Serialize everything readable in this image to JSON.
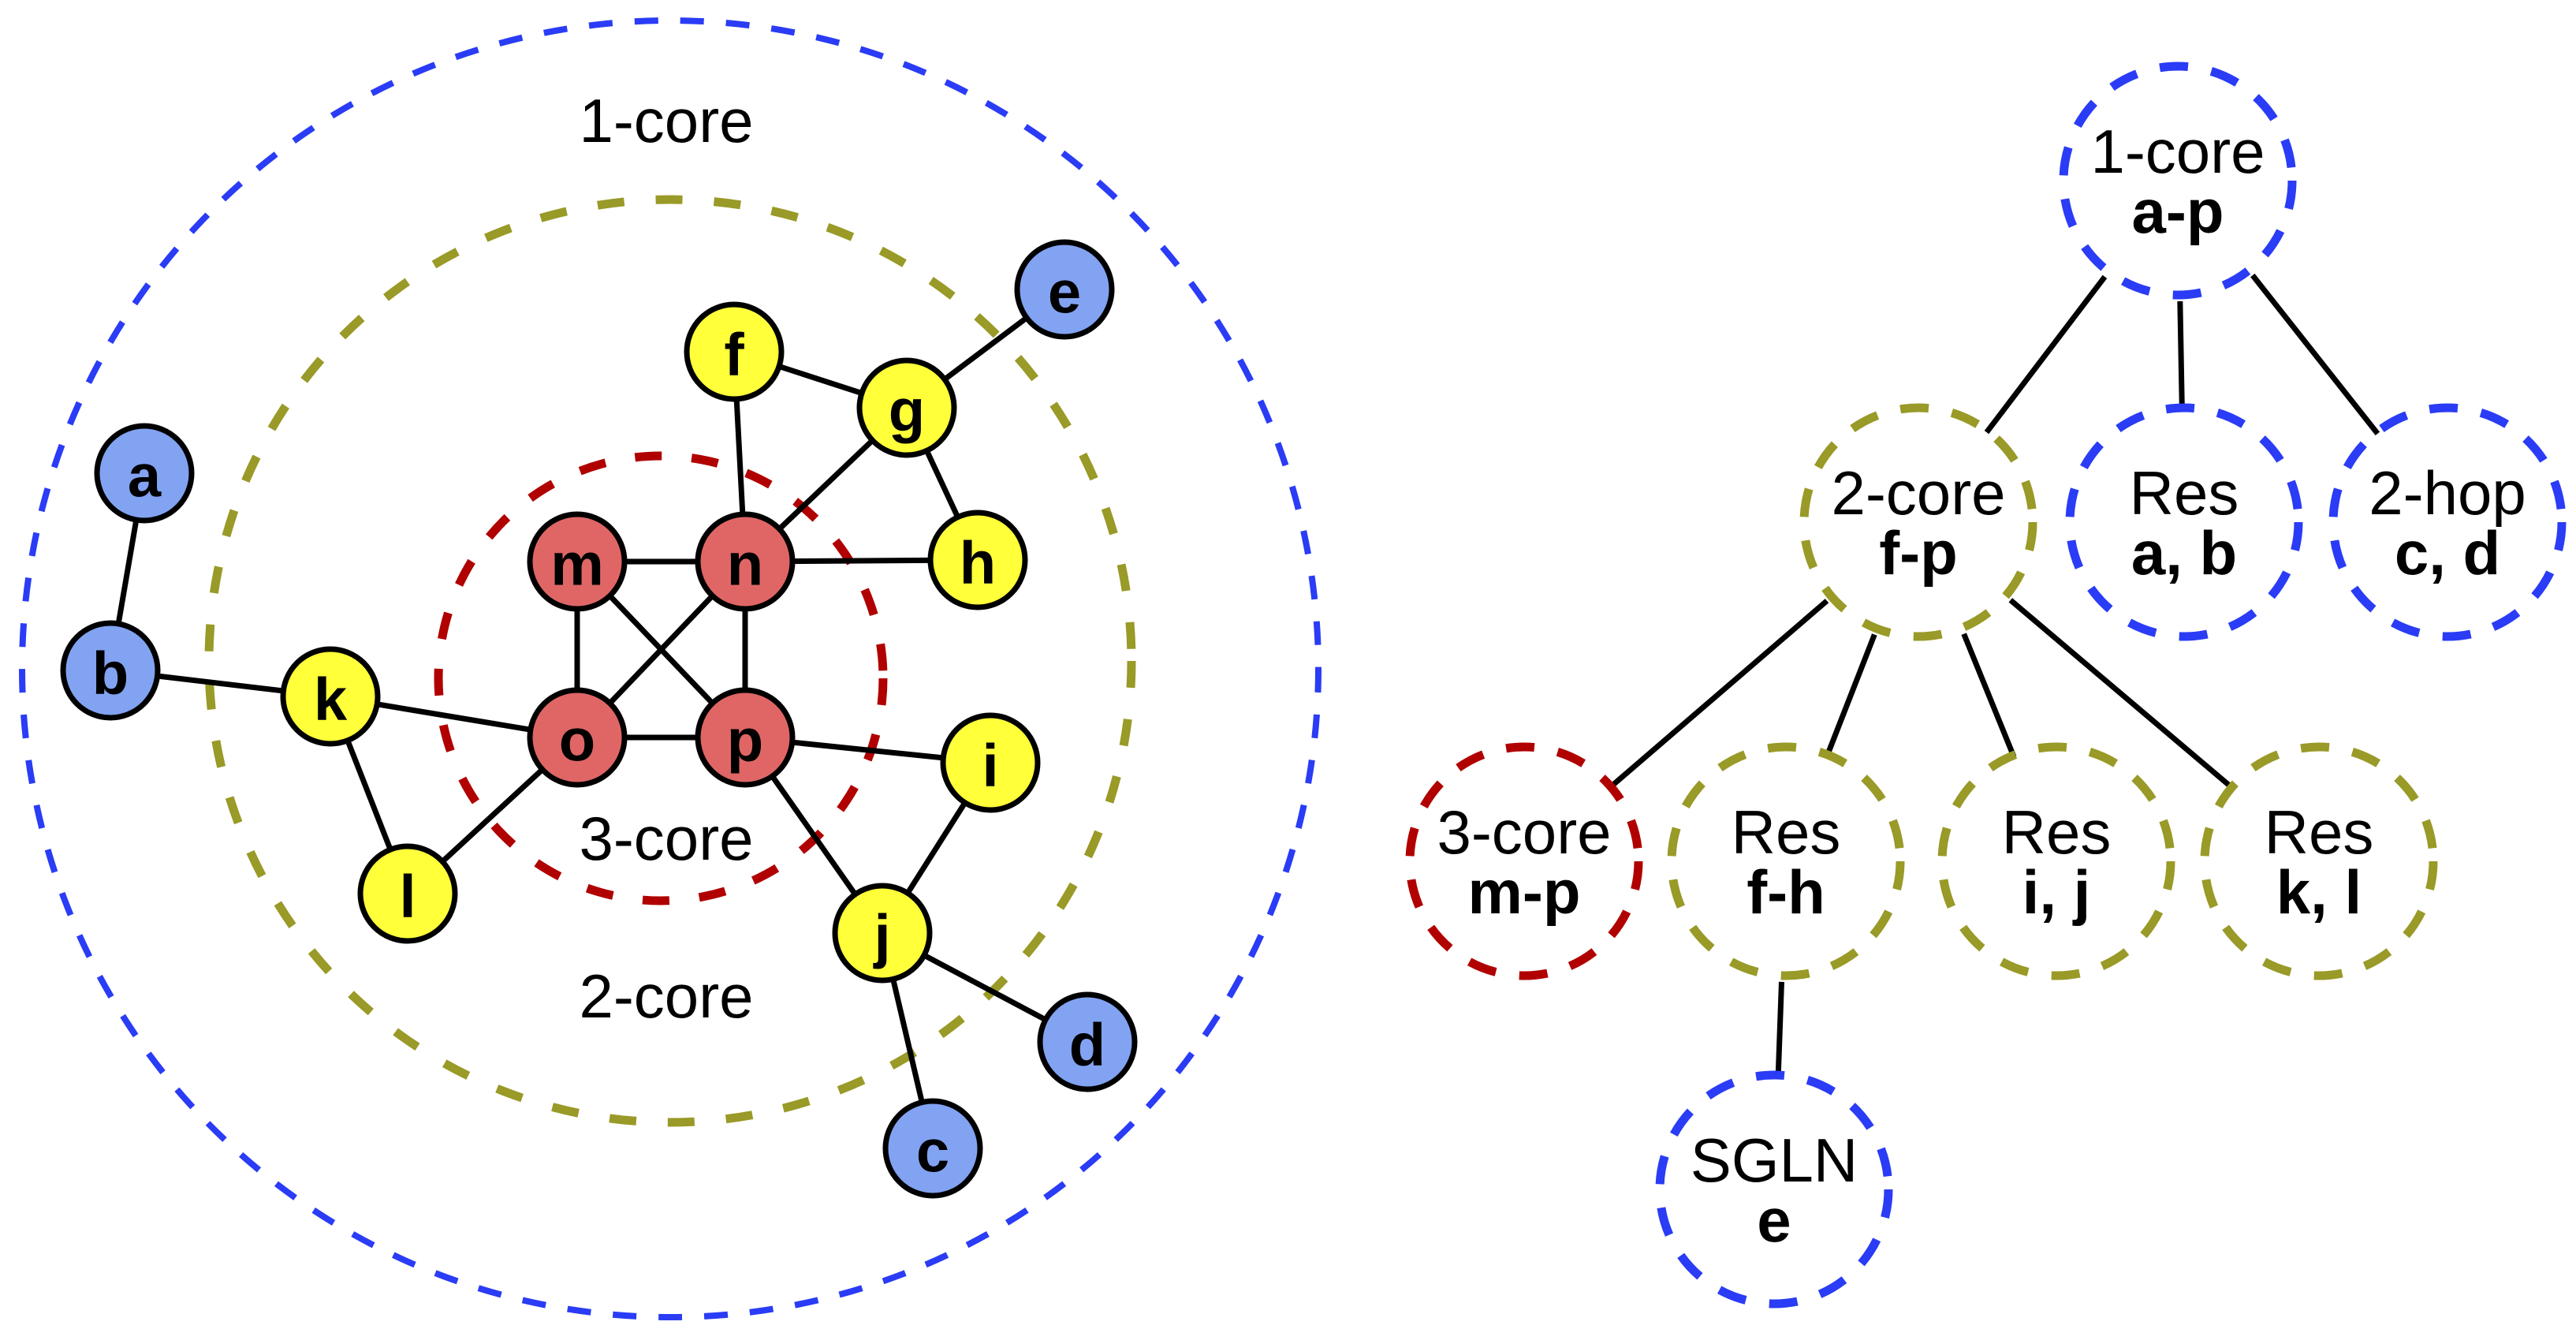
{
  "colors": {
    "level1": "#2a3cf5",
    "level2": "#999a27",
    "level3": "#b00000",
    "node_blue": "#82a3f2",
    "node_yellow": "#ffff3a",
    "node_red": "#e06666"
  },
  "graph": {
    "rings": [
      {
        "id": "ring-1core",
        "label": "1-core",
        "level": 1
      },
      {
        "id": "ring-2core",
        "label": "2-core",
        "level": 2
      },
      {
        "id": "ring-3core",
        "label": "3-core",
        "level": 3
      }
    ],
    "nodes": [
      {
        "id": "a",
        "label": "a",
        "core": 1
      },
      {
        "id": "b",
        "label": "b",
        "core": 1
      },
      {
        "id": "c",
        "label": "c",
        "core": 1
      },
      {
        "id": "d",
        "label": "d",
        "core": 1
      },
      {
        "id": "e",
        "label": "e",
        "core": 1
      },
      {
        "id": "f",
        "label": "f",
        "core": 2
      },
      {
        "id": "g",
        "label": "g",
        "core": 2
      },
      {
        "id": "h",
        "label": "h",
        "core": 2
      },
      {
        "id": "i",
        "label": "i",
        "core": 2
      },
      {
        "id": "j",
        "label": "j",
        "core": 2
      },
      {
        "id": "k",
        "label": "k",
        "core": 2
      },
      {
        "id": "l",
        "label": "l",
        "core": 2
      },
      {
        "id": "m",
        "label": "m",
        "core": 3
      },
      {
        "id": "n",
        "label": "n",
        "core": 3
      },
      {
        "id": "o",
        "label": "o",
        "core": 3
      },
      {
        "id": "p",
        "label": "p",
        "core": 3
      }
    ],
    "edges": [
      [
        "a",
        "b"
      ],
      [
        "b",
        "k"
      ],
      [
        "k",
        "o"
      ],
      [
        "k",
        "l"
      ],
      [
        "l",
        "o"
      ],
      [
        "m",
        "n"
      ],
      [
        "m",
        "o"
      ],
      [
        "m",
        "p"
      ],
      [
        "n",
        "o"
      ],
      [
        "n",
        "p"
      ],
      [
        "o",
        "p"
      ],
      [
        "f",
        "n"
      ],
      [
        "f",
        "g"
      ],
      [
        "g",
        "e"
      ],
      [
        "g",
        "n"
      ],
      [
        "g",
        "h"
      ],
      [
        "n",
        "h"
      ],
      [
        "p",
        "i"
      ],
      [
        "p",
        "j"
      ],
      [
        "i",
        "j"
      ],
      [
        "j",
        "d"
      ],
      [
        "j",
        "c"
      ]
    ]
  },
  "tree": {
    "nodes": [
      {
        "id": "t-1core",
        "line1": "1-core",
        "line2": "a-p",
        "level": 1
      },
      {
        "id": "t-2core",
        "line1": "2-core",
        "line2": "f-p",
        "level": 2
      },
      {
        "id": "t-res-ab",
        "line1": "Res",
        "line2": "a, b",
        "level": 1
      },
      {
        "id": "t-2hop",
        "line1": "2-hop",
        "line2": "c, d",
        "level": 1
      },
      {
        "id": "t-3core",
        "line1": "3-core",
        "line2": "m-p",
        "level": 3
      },
      {
        "id": "t-res-fh",
        "line1": "Res",
        "line2": "f-h",
        "level": 2
      },
      {
        "id": "t-res-ij",
        "line1": "Res",
        "line2": "i, j",
        "level": 2
      },
      {
        "id": "t-res-kl",
        "line1": "Res",
        "line2": "k, l",
        "level": 2
      },
      {
        "id": "t-sgln",
        "line1": "SGLN",
        "line2": "e",
        "level": 1
      }
    ],
    "edges": [
      [
        "t-1core",
        "t-2core"
      ],
      [
        "t-1core",
        "t-res-ab"
      ],
      [
        "t-1core",
        "t-2hop"
      ],
      [
        "t-2core",
        "t-3core"
      ],
      [
        "t-2core",
        "t-res-fh"
      ],
      [
        "t-2core",
        "t-res-ij"
      ],
      [
        "t-2core",
        "t-res-kl"
      ],
      [
        "t-res-fh",
        "t-sgln"
      ]
    ]
  }
}
